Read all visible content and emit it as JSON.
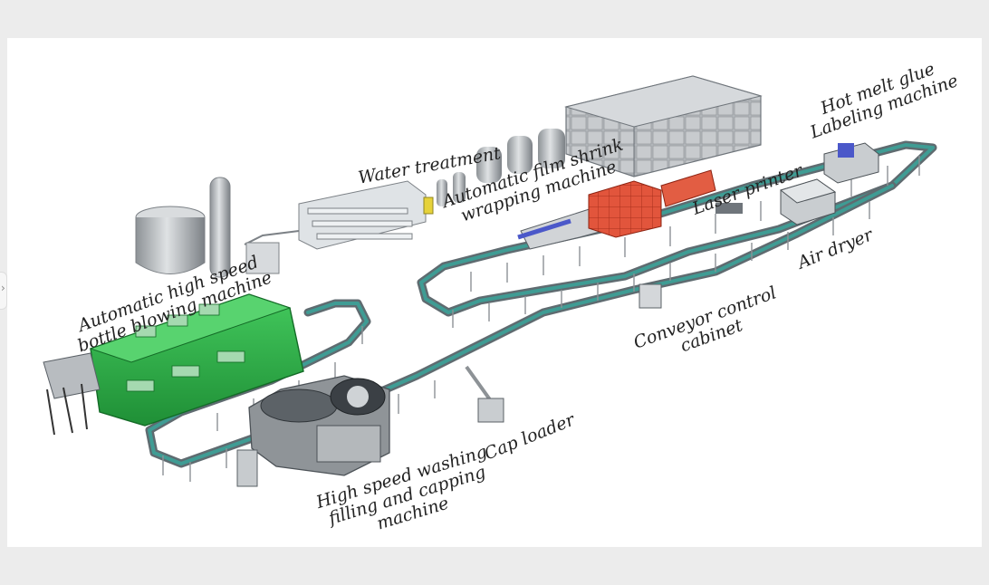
{
  "colors": {
    "background": "#ececec",
    "canvas": "#ffffff",
    "steel": "#b8bcc0",
    "steel_dark": "#6f757b",
    "conveyor": "#2f7f7a",
    "blowing_machine": "#2fb34a",
    "shrink_tunnel": "#d8432a",
    "tank_panel": "#a9adb1"
  },
  "labels": {
    "water_treatment": "Water treatment",
    "film_shrink": [
      "Automatic film shrink",
      "wrapping machine"
    ],
    "laser_printer": "Laser printer",
    "hot_melt": [
      "Hot melt glue",
      "Labeling machine"
    ],
    "air_dryer": "Air dryer",
    "blowing": [
      "Automatic high speed",
      "bottle blowing machine"
    ],
    "conveyor_cabinet": [
      "Conveyor control",
      "cabinet"
    ],
    "cap_loader": "Cap loader",
    "washing": [
      "High speed washing",
      "filling and capping",
      "machine"
    ]
  },
  "icons": {
    "panel_handle": "chevron-right-icon"
  }
}
